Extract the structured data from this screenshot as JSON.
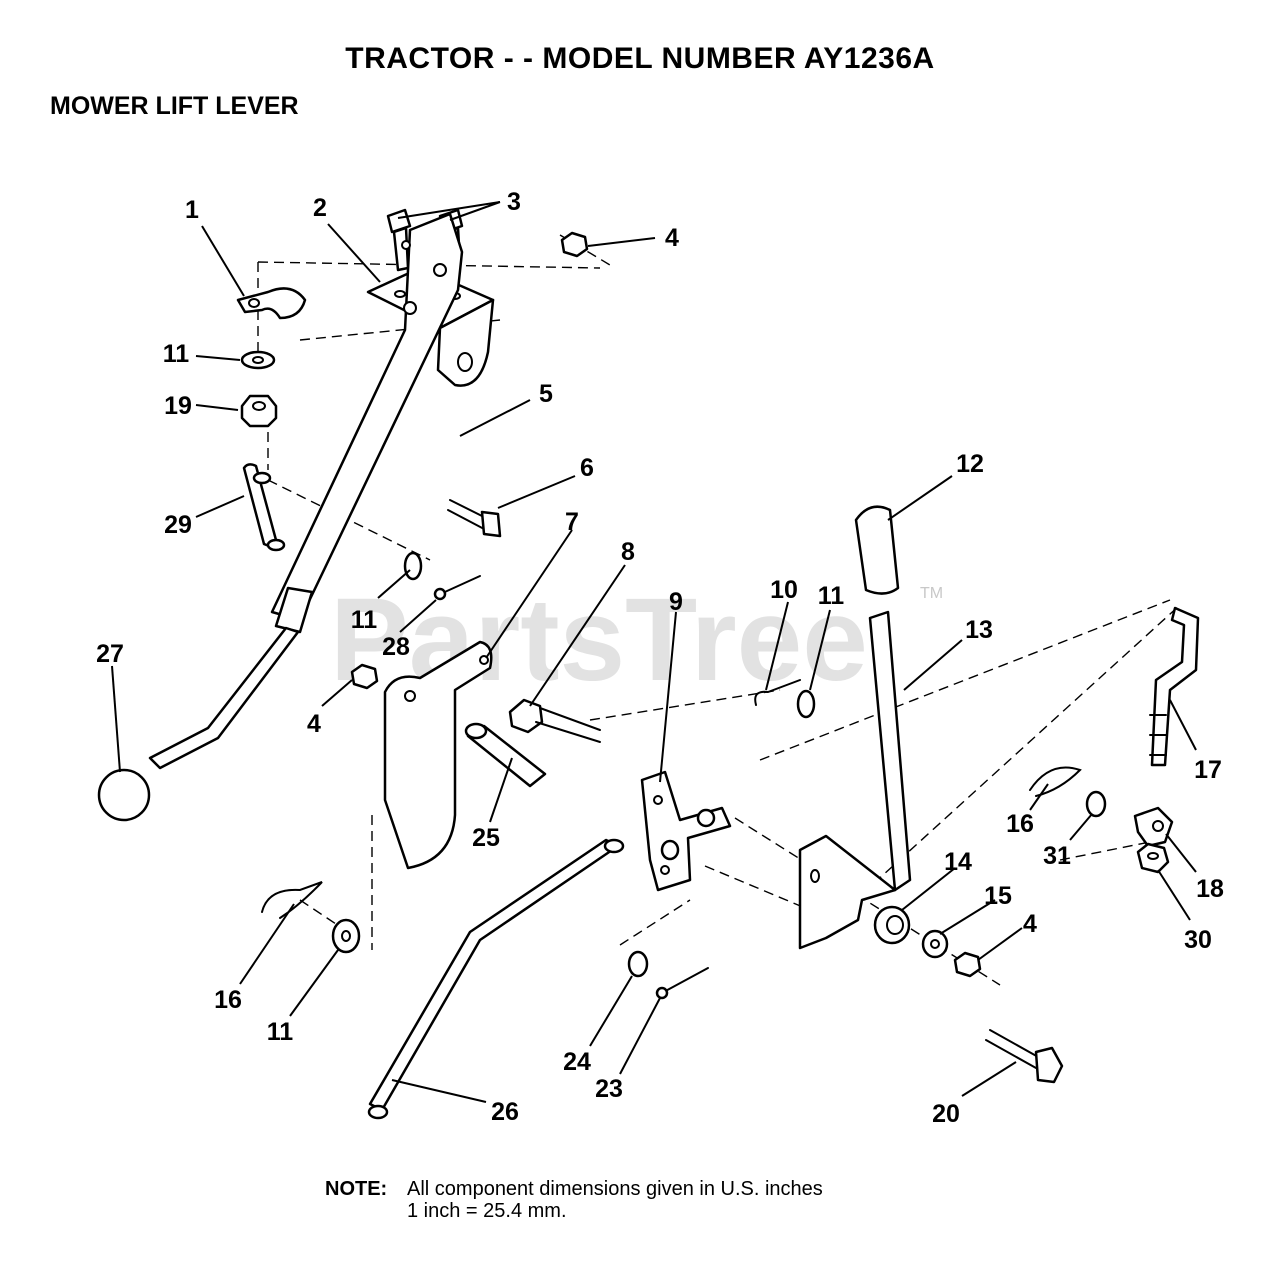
{
  "header": {
    "title": "TRACTOR - - MODEL NUMBER  AY1236A",
    "subtitle": "MOWER LIFT LEVER"
  },
  "watermark": {
    "text": "PartsTree",
    "trademark": "TM"
  },
  "callouts": [
    "1",
    "2",
    "3",
    "4",
    "11",
    "19",
    "5",
    "6",
    "29",
    "7",
    "8",
    "12",
    "11",
    "28",
    "27",
    "4",
    "9",
    "10",
    "11",
    "13",
    "17",
    "25",
    "16",
    "31",
    "18",
    "14",
    "15",
    "4",
    "30",
    "16",
    "11",
    "24",
    "23",
    "26",
    "20"
  ],
  "note": {
    "label": "NOTE:",
    "line1": "All component dimensions given in U.S. inches",
    "line2": "1 inch = 25.4 mm."
  }
}
